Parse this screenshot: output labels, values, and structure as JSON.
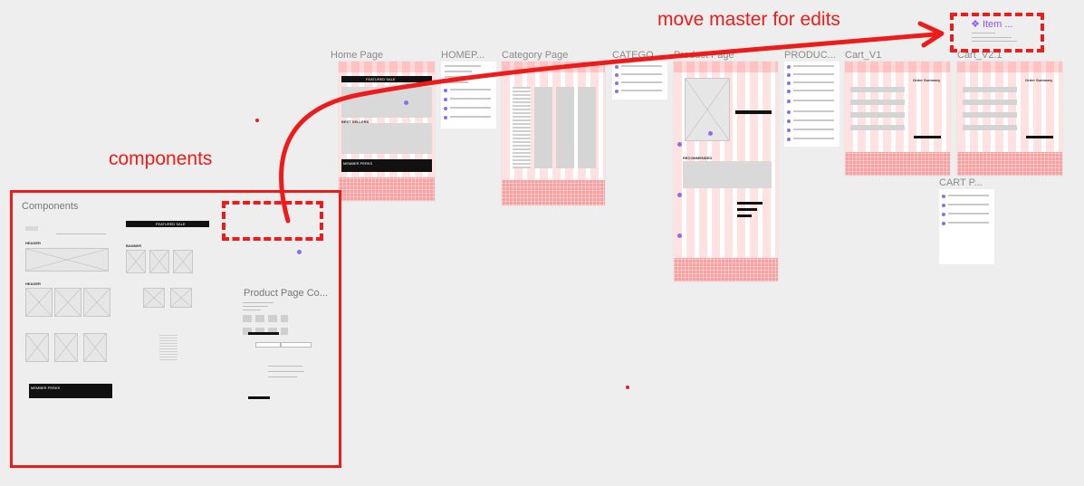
{
  "canvas": {
    "background": "#eeeeee",
    "annotation_color": "#ee1b1b",
    "component_color": "#8c56f5"
  },
  "frames": {
    "home_page": "Home Page",
    "homepage_notes": "HOMEP...",
    "category_page": "Category Page",
    "category_notes": "CATEGO...",
    "product_page": "Product Page",
    "product_notes": "PRODUC...",
    "cart_v1": "Cart_V1",
    "cart_v2": "Cart_V2.1",
    "cart_notes": "CART P...",
    "components": "Components",
    "product_page_components": "Product Page Co..."
  },
  "master_component": {
    "icon": "component-diamond-icon",
    "label": "Item ..."
  },
  "annotations": {
    "move_master": "move master for edits",
    "components": "components"
  },
  "wireframe_text": {
    "featured_sale": "FEATURED SALE",
    "member_perks": "MEMBER PERKS",
    "best_sellers": "BEST SELLERS",
    "order_summary": "Order Summary",
    "recommended": "RECOMMENDED",
    "header": "HEADER",
    "banner": "BANNER"
  }
}
